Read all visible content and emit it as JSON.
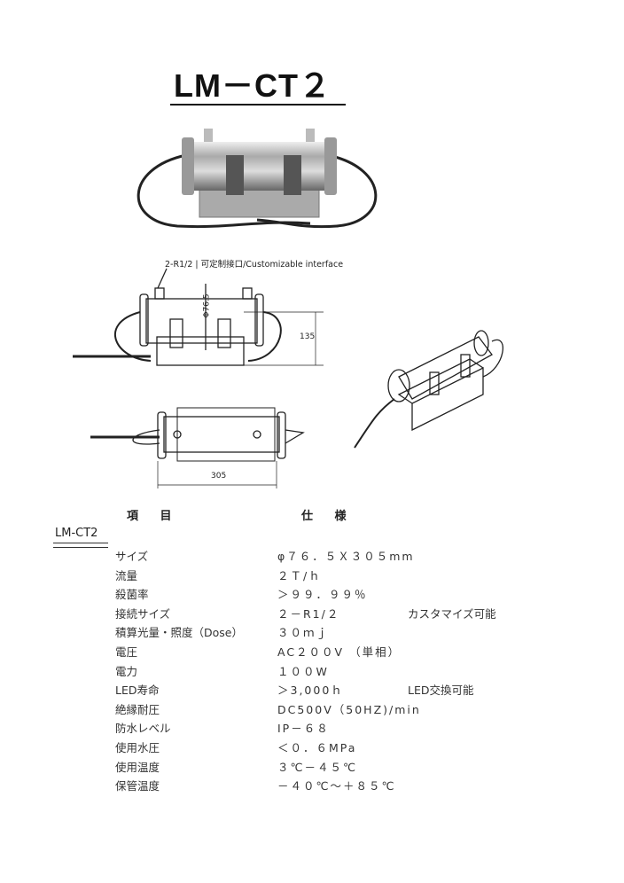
{
  "title": "LM－CT２",
  "diagram": {
    "interface_label": "2-R1/2 | 可定制接口/Customizable interface",
    "diameter_label": "Φ76.5",
    "height_label": "135",
    "length_label": "305"
  },
  "table": {
    "header_item": "項 目",
    "header_spec": "仕 様",
    "model": "LM-CT2",
    "rows": [
      {
        "item": "サイズ",
        "spec": "φ７６．５Ｘ３０５mm",
        "note": ""
      },
      {
        "item": "流量",
        "spec": "２Ｔ/ｈ",
        "note": ""
      },
      {
        "item": "殺菌率",
        "spec": "＞９９．９９％",
        "note": ""
      },
      {
        "item": "接続サイズ",
        "spec": "２－R1/２",
        "note": "カスタマイズ可能"
      },
      {
        "item": "積算光量・照度（Dose）",
        "spec": "３０ｍｊ",
        "note": ""
      },
      {
        "item": "電圧",
        "spec": "AC２００V （単相）",
        "note": ""
      },
      {
        "item": "電力",
        "spec": "１００W",
        "note": ""
      },
      {
        "item": "LED寿命",
        "spec": "＞3,000ｈ",
        "note": "LED交換可能"
      },
      {
        "item": "絶縁耐圧",
        "spec": "DC500V（50HZ)/min",
        "note": ""
      },
      {
        "item": "防水レベル",
        "spec": "IP－６８",
        "note": ""
      },
      {
        "item": "使用水圧",
        "spec": "＜０．６MPa",
        "note": ""
      },
      {
        "item": "使用温度",
        "spec": "３℃－４５℃",
        "note": ""
      },
      {
        "item": "保管温度",
        "spec": "－４０℃～＋８５℃",
        "note": ""
      }
    ]
  }
}
